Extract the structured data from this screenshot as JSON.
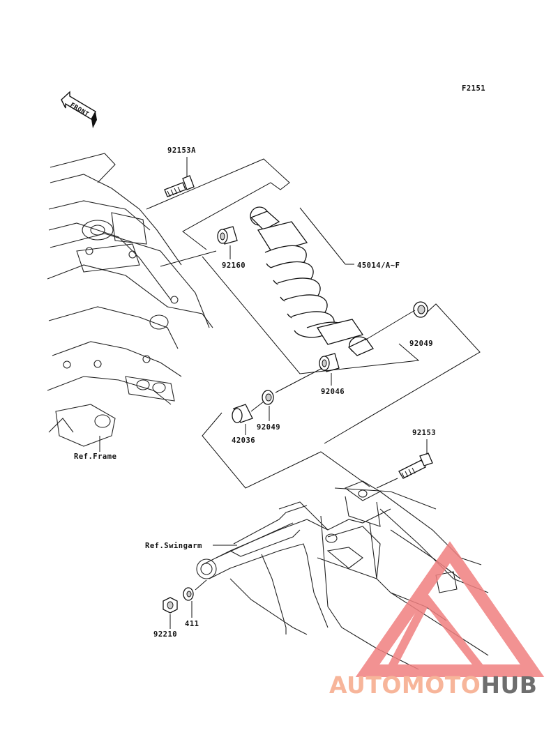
{
  "figure_code": "F2151",
  "front_label": "FRONT",
  "parts": [
    {
      "number": "92153A"
    },
    {
      "number": "92160"
    },
    {
      "number": "45014/A~F"
    },
    {
      "number": "92049"
    },
    {
      "number": "92046"
    },
    {
      "number": "92049"
    },
    {
      "number": "42036"
    },
    {
      "number": "92153"
    },
    {
      "number": "411"
    },
    {
      "number": "92210"
    }
  ],
  "references": {
    "frame": "Ref.Frame",
    "swingarm": "Ref.Swingarm"
  },
  "watermark": {
    "part_a": "AUTOMOTO",
    "part_b": "HUB",
    "color_a": "#f7b59a",
    "color_b": "#6e6e6e",
    "logo_color": "#f08080"
  }
}
